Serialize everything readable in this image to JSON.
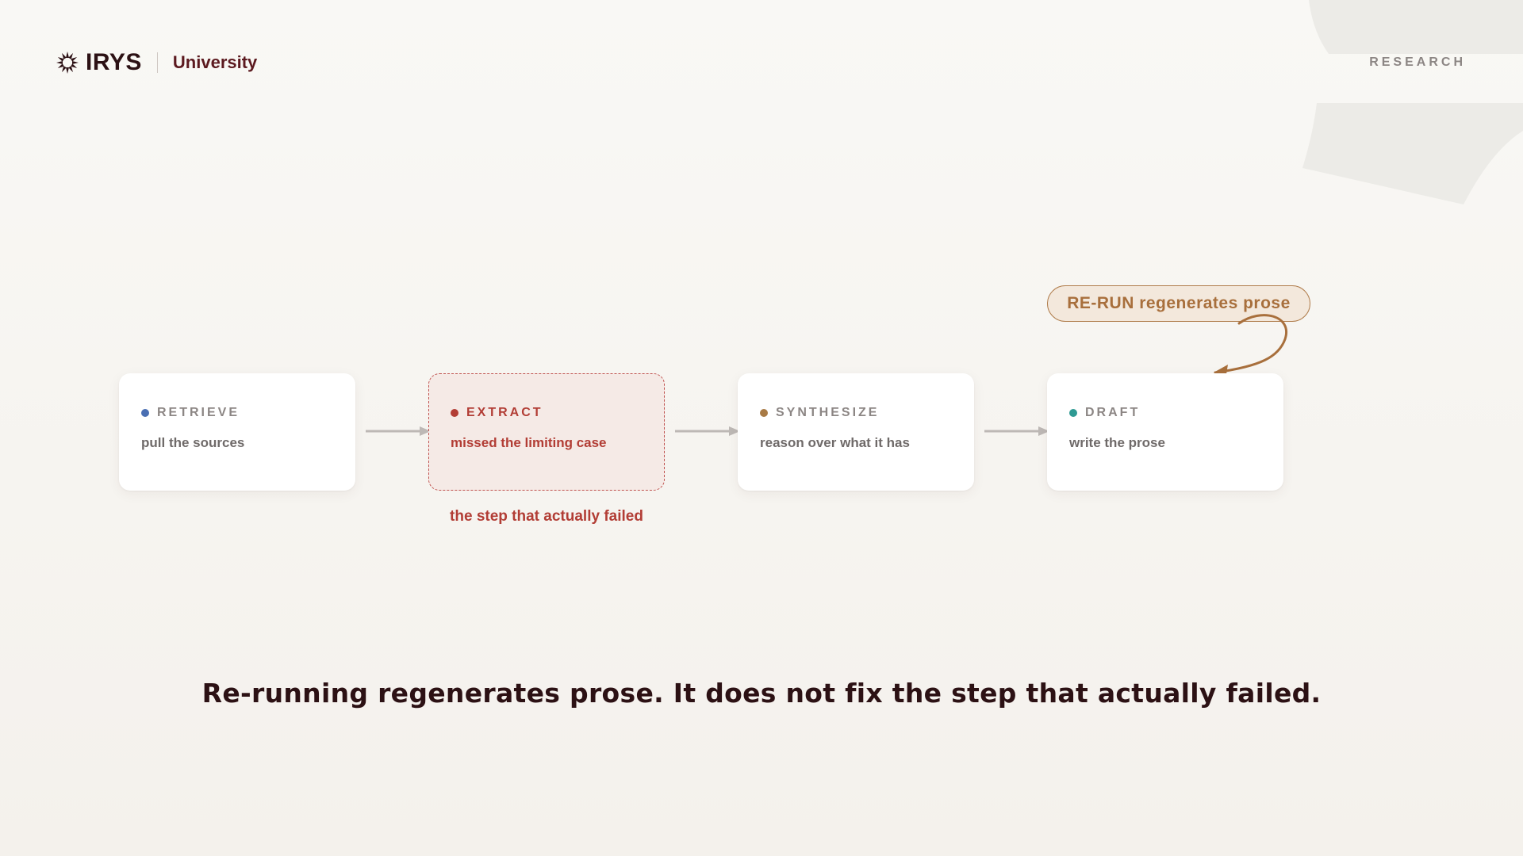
{
  "brand": {
    "name": "IRYS",
    "sub": "University",
    "logo_icon": "sunburst-icon"
  },
  "section_label": "RESEARCH",
  "pipeline": [
    {
      "step": "RETRIEVE",
      "desc": "pull the sources",
      "dot_color": "#4a6fb3",
      "failed": false
    },
    {
      "step": "EXTRACT",
      "desc": "missed the limiting case",
      "dot_color": "#b23d35",
      "failed": true
    },
    {
      "step": "SYNTHESIZE",
      "desc": "reason over what it has",
      "dot_color": "#a87a45",
      "failed": false
    },
    {
      "step": "DRAFT",
      "desc": "write the prose",
      "dot_color": "#2e9a93",
      "failed": false
    }
  ],
  "fail_note": "the step that actually failed",
  "rerun_label": "RE-RUN regenerates prose",
  "headline": "Re-running regenerates prose. It does not fix the step that actually failed.",
  "colors": {
    "background": "#f7f5f1",
    "accent_fail": "#b23d35",
    "accent_rerun": "#a86f3c",
    "text_dark": "#2c1114",
    "arrow": "#bdb8b5"
  }
}
